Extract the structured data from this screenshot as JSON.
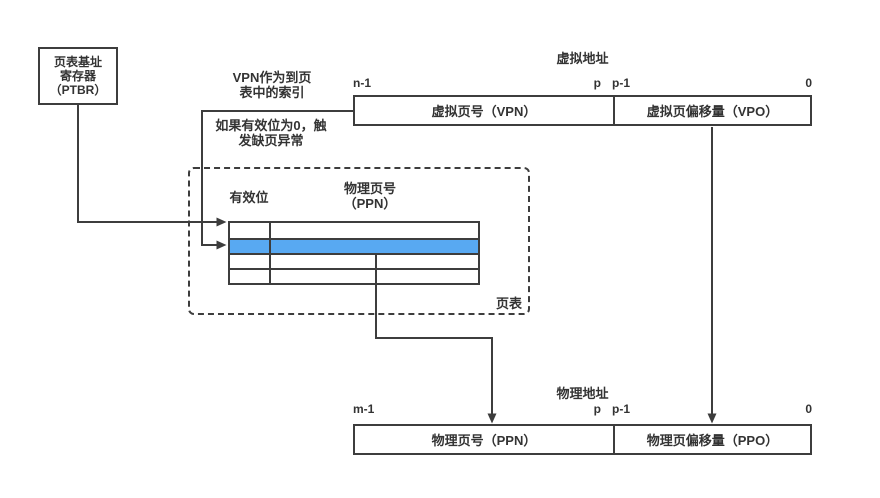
{
  "colors": {
    "line": "#3d3d3d",
    "text": "#333333",
    "highlight_row": "#58a9f2",
    "background": "#ffffff"
  },
  "ptbr_box": {
    "line1": "页表基址",
    "line2": "寄存器",
    "line3": "（PTBR）"
  },
  "notes": {
    "vpn_index_line1": "VPN作为到页",
    "vpn_index_line2": "表中的索引",
    "page_fault_line1": "如果有效位为0，触",
    "page_fault_line2": "发缺页异常"
  },
  "virtual_address": {
    "title": "虚拟地址",
    "bit_left": "n-1",
    "bit_p": "p",
    "bit_p1": "p-1",
    "bit_right": "0",
    "vpn_label": "虚拟页号（VPN）",
    "vpo_label": "虚拟页偏移量（VPO）"
  },
  "page_table": {
    "container_label": "页表",
    "valid_bit_header": "有效位",
    "ppn_header_line1": "物理页号",
    "ppn_header_line2": "（PPN）",
    "row_count": 4,
    "highlighted_row_index": 2
  },
  "physical_address": {
    "title": "物理地址",
    "bit_left": "m-1",
    "bit_p": "p",
    "bit_p1": "p-1",
    "bit_right": "0",
    "ppn_label": "物理页号（PPN）",
    "ppo_label": "物理页偏移量（PPO）"
  }
}
